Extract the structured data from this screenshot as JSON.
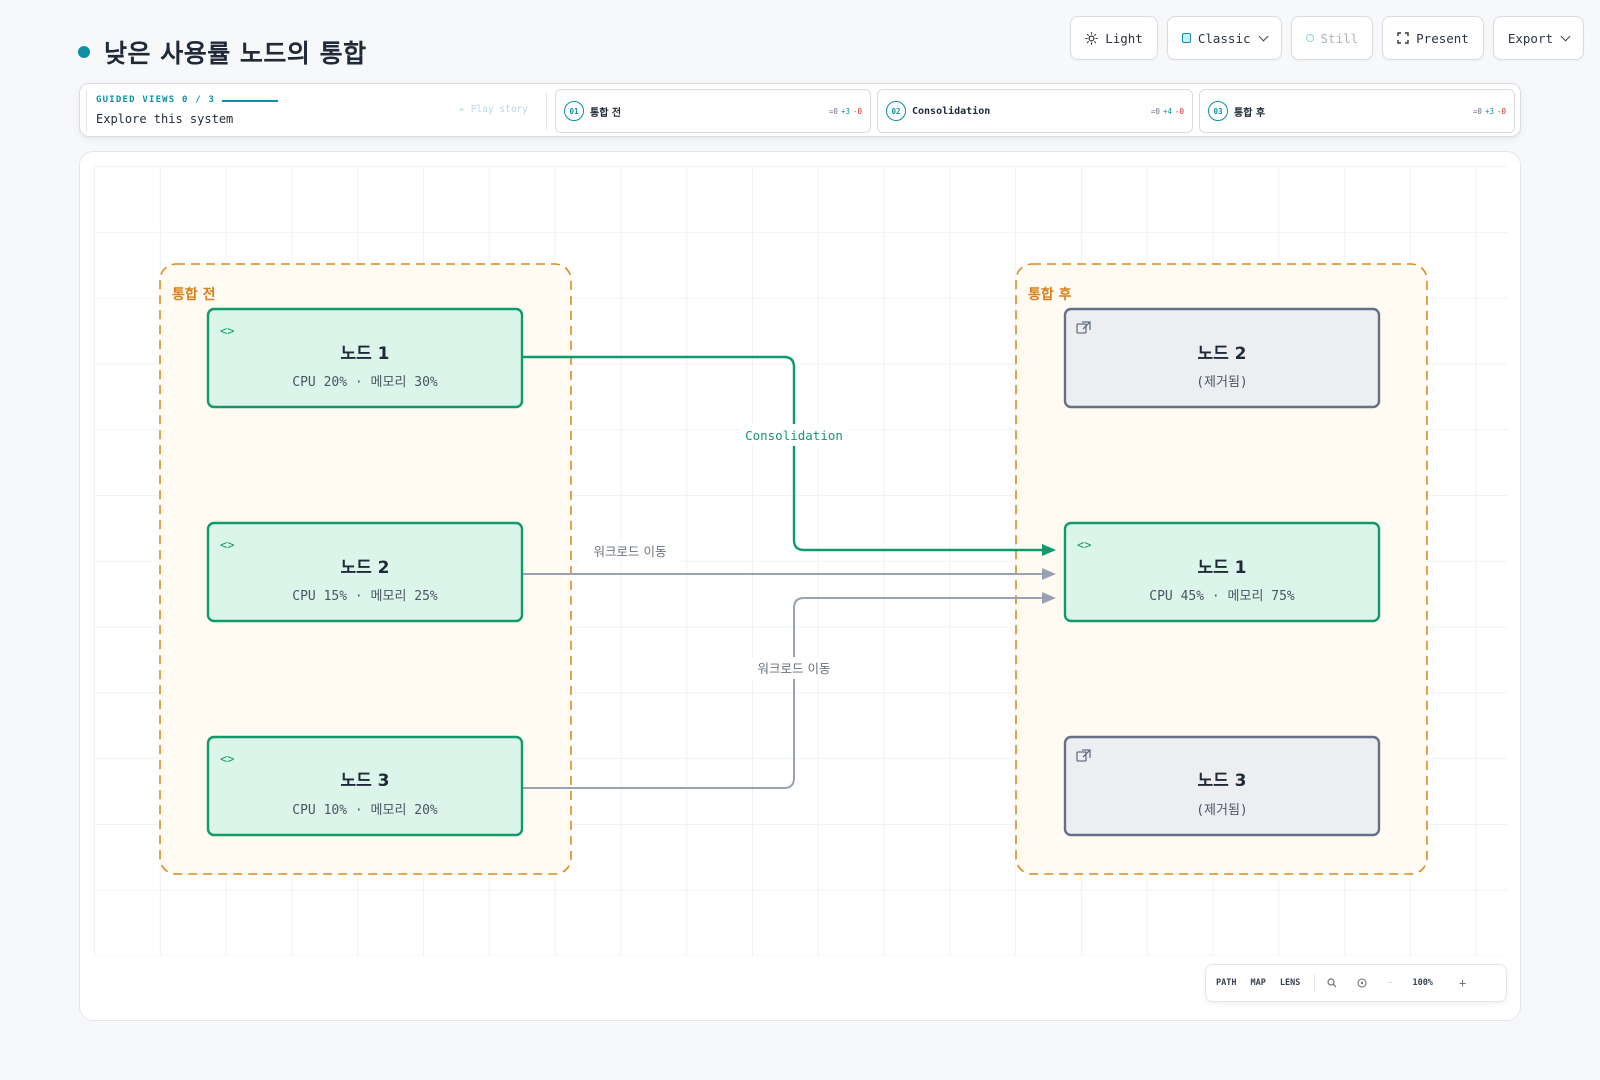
{
  "header": {
    "title": "낮은 사용률 노드의 통합"
  },
  "toolbar": {
    "light": "Light",
    "classic": "Classic",
    "still": "Still",
    "present": "Present",
    "export": "Export"
  },
  "story": {
    "guided_views": "GUIDED VIEWS 0 / 3",
    "explore": "Explore this system",
    "play": "▸ Play story",
    "steps": [
      {
        "num": "01",
        "label": "통합 전",
        "eq": "=0",
        "plus": "+3",
        "minus": "-0"
      },
      {
        "num": "02",
        "label": "Consolidation",
        "eq": "=0",
        "plus": "+4",
        "minus": "-0"
      },
      {
        "num": "03",
        "label": "통합 후",
        "eq": "=0",
        "plus": "+3",
        "minus": "-0"
      }
    ]
  },
  "diagram": {
    "groups": {
      "before": "통합 전",
      "after": "통합 후"
    },
    "nodes": {
      "before_1": {
        "title": "노드 1",
        "sub": "CPU 20% · 메모리 30%"
      },
      "before_2": {
        "title": "노드 2",
        "sub": "CPU 15% · 메모리 25%"
      },
      "before_3": {
        "title": "노드 3",
        "sub": "CPU 10% · 메모리 20%"
      },
      "after_2": {
        "title": "노드 2",
        "sub": "(제거됨)"
      },
      "after_1": {
        "title": "노드 1",
        "sub": "CPU 45% · 메모리 75%"
      },
      "after_3": {
        "title": "노드 3",
        "sub": "(제거됨)"
      }
    },
    "edges": {
      "consolidation": "Consolidation",
      "move_a": "워크로드 이동",
      "move_b": "워크로드 이동"
    },
    "colors": {
      "active_fill": "#dcf5ea",
      "active_stroke": "#109a6b",
      "removed_fill": "#eceef2",
      "removed_stroke": "#667085",
      "group_stroke": "#dc8a1e",
      "group_fill": "#fffbf2",
      "edge_gray": "#98a2b3"
    }
  },
  "zoom": {
    "path": "PATH",
    "map": "MAP",
    "lens": "LENS",
    "level": "100%",
    "minus": "−",
    "plus": "+"
  }
}
